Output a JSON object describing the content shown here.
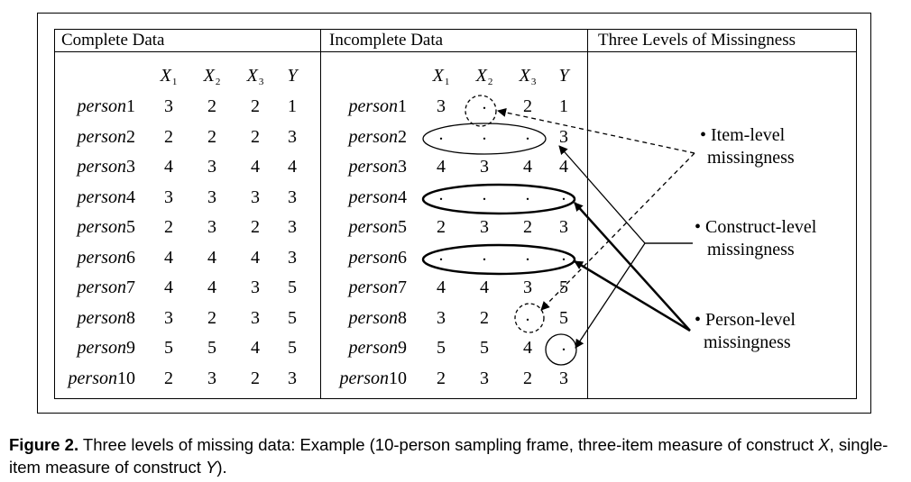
{
  "headers": {
    "complete": "Complete Data",
    "incomplete": "Incomplete Data",
    "levels": "Three Levels of Missingness"
  },
  "variables": [
    {
      "name": "X",
      "sub": "1"
    },
    {
      "name": "X",
      "sub": "2"
    },
    {
      "name": "X",
      "sub": "3"
    },
    {
      "name": "Y",
      "sub": ""
    }
  ],
  "person_prefix": "person",
  "complete_rows": [
    {
      "id": "1",
      "values": [
        "3",
        "2",
        "2",
        "1"
      ]
    },
    {
      "id": "2",
      "values": [
        "2",
        "2",
        "2",
        "3"
      ]
    },
    {
      "id": "3",
      "values": [
        "4",
        "3",
        "4",
        "4"
      ]
    },
    {
      "id": "4",
      "values": [
        "3",
        "3",
        "3",
        "3"
      ]
    },
    {
      "id": "5",
      "values": [
        "2",
        "3",
        "2",
        "3"
      ]
    },
    {
      "id": "6",
      "values": [
        "4",
        "4",
        "4",
        "3"
      ]
    },
    {
      "id": "7",
      "values": [
        "4",
        "4",
        "3",
        "5"
      ]
    },
    {
      "id": "8",
      "values": [
        "3",
        "2",
        "3",
        "5"
      ]
    },
    {
      "id": "9",
      "values": [
        "5",
        "5",
        "4",
        "5"
      ]
    },
    {
      "id": "10",
      "values": [
        "2",
        "3",
        "2",
        "3"
      ]
    }
  ],
  "incomplete_rows": [
    {
      "id": "1",
      "values": [
        "3",
        ".",
        "2",
        "1"
      ]
    },
    {
      "id": "2",
      "values": [
        ".",
        ".",
        ".",
        "3"
      ]
    },
    {
      "id": "3",
      "values": [
        "4",
        "3",
        "4",
        "4"
      ]
    },
    {
      "id": "4",
      "values": [
        ".",
        ".",
        ".",
        "."
      ]
    },
    {
      "id": "5",
      "values": [
        "2",
        "3",
        "2",
        "3"
      ]
    },
    {
      "id": "6",
      "values": [
        ".",
        ".",
        ".",
        "."
      ]
    },
    {
      "id": "7",
      "values": [
        "4",
        "4",
        "3",
        "5"
      ]
    },
    {
      "id": "8",
      "values": [
        "3",
        "2",
        ".",
        "5"
      ]
    },
    {
      "id": "9",
      "values": [
        "5",
        "5",
        "4",
        "."
      ]
    },
    {
      "id": "10",
      "values": [
        "2",
        "3",
        "2",
        "3"
      ]
    }
  ],
  "levels": [
    {
      "line1": "• Item-level",
      "line2": "missingness"
    },
    {
      "line1": "• Construct-level",
      "line2": "missingness"
    },
    {
      "line1": "• Person-level",
      "line2": "missingness"
    }
  ],
  "caption": {
    "label": "Figure 2.",
    "text_a": " Three levels of missing data: Example (10-person sampling frame, three-item measure of construct ",
    "x_var": "X",
    "text_b": ", single-item measure of construct ",
    "y_var": "Y",
    "text_c": ")."
  }
}
